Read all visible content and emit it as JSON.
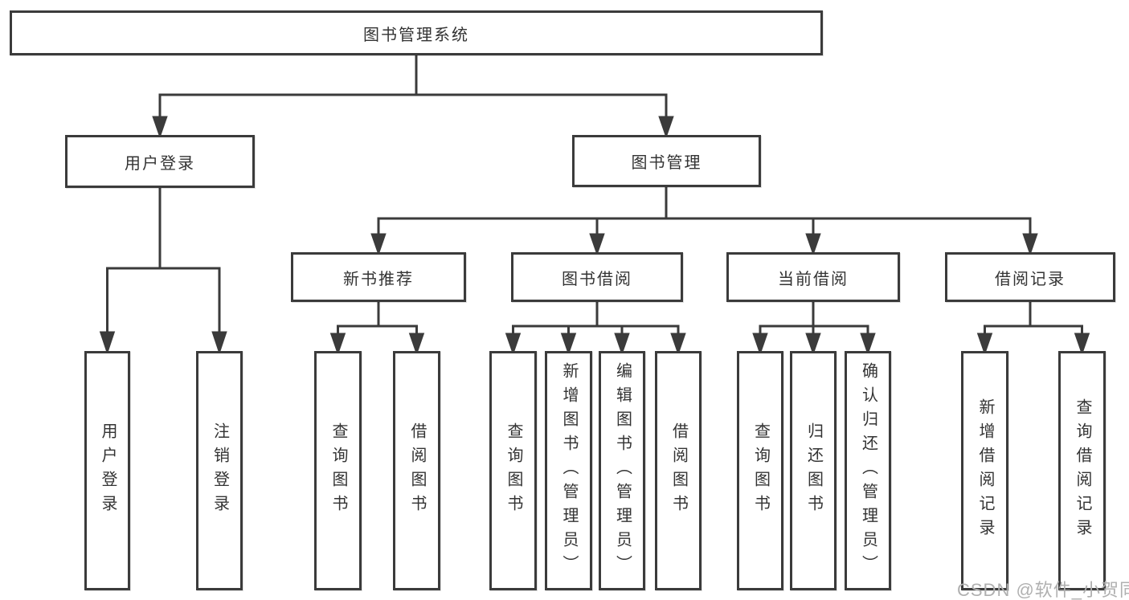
{
  "title": {
    "label": "图书管理系统"
  },
  "branches": {
    "user_login": {
      "label": "用户登录",
      "children": [
        "用户登录",
        "注销登录"
      ]
    },
    "book_management": {
      "label": "图书管理",
      "sections": [
        {
          "label": "新书推荐",
          "children": [
            "查询图书",
            "借阅图书"
          ]
        },
        {
          "label": "图书借阅",
          "children": [
            "查询图书",
            "新增图书（管理员）",
            "编辑图书（管理员）",
            "借阅图书"
          ]
        },
        {
          "label": "当前借阅",
          "children": [
            "查询图书",
            "归还图书",
            "确认归还（管理员）"
          ]
        },
        {
          "label": "借阅记录",
          "children": [
            "新增借阅记录",
            "查询借阅记录"
          ]
        }
      ]
    }
  },
  "watermark": {
    "text": "CSDN @软件_小贺同学"
  },
  "colors": {
    "line": "#3b3b3b",
    "text": "#333333",
    "box_bg": "#ffffff",
    "watermark": "#b0b0b0"
  }
}
